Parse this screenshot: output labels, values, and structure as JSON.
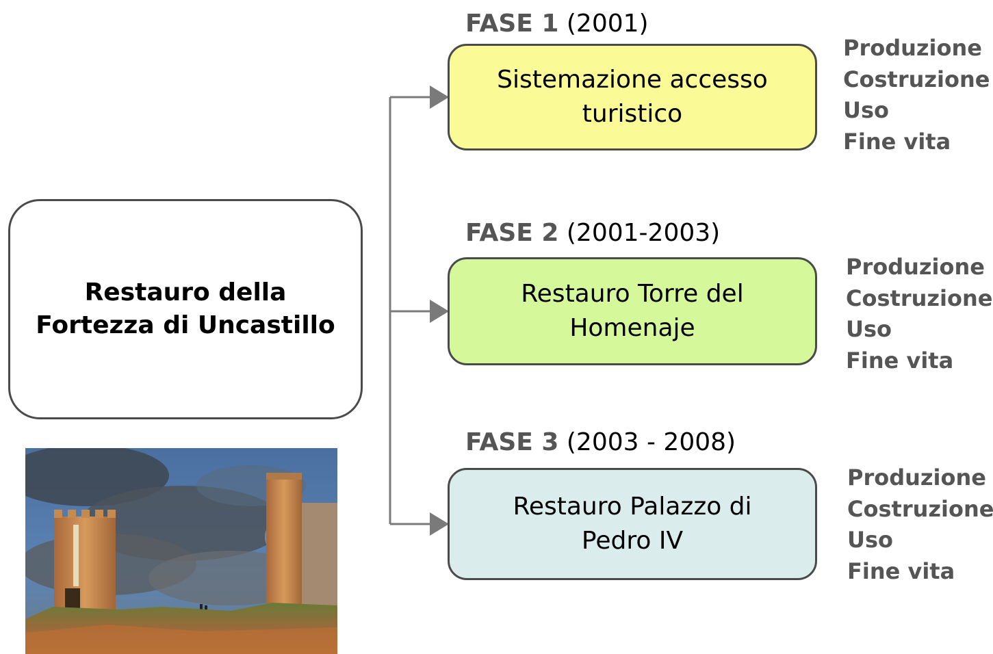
{
  "root": {
    "title": "Restauro della Fortezza di Uncastillo"
  },
  "phases": [
    {
      "label": "FASE 1",
      "period": "(2001)",
      "title": "Sistemazione accesso turistico",
      "color": "#fafa96",
      "stages": [
        "Produzione",
        "Costruzione",
        "Uso",
        "Fine vita"
      ]
    },
    {
      "label": "FASE 2",
      "period": "(2001-2003)",
      "title": "Restauro Torre del Homenaje",
      "color": "#d4f89a",
      "stages": [
        "Produzione",
        "Costruzione",
        "Uso",
        "Fine vita"
      ]
    },
    {
      "label": "FASE 3",
      "period": "(2003 - 2008)",
      "title": "Restauro Palazzo di Pedro IV",
      "color": "#daecec",
      "stages": [
        "Produzione",
        "Costruzione",
        "Uso",
        "Fine vita"
      ]
    }
  ],
  "colors": {
    "connector": "#7a7a7a",
    "border": "#4a4a4a",
    "stage_text": "#555555"
  }
}
